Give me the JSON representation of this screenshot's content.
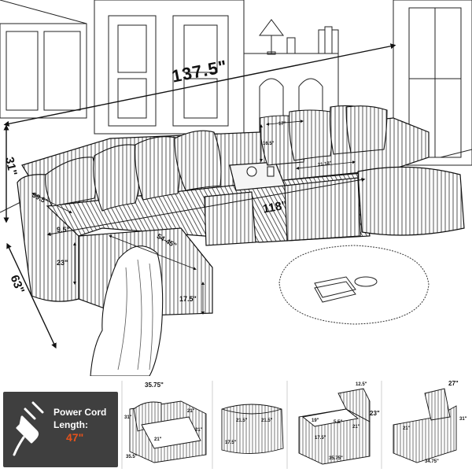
{
  "dimensions": {
    "total_length": "137.5\"",
    "height": "31\"",
    "depth": "63\"",
    "inner_length": "118\"",
    "arm_depth": "39.5\"",
    "arm_width": "9.5\"",
    "chaise_length": "54-45\"",
    "seat_depth": "23\"",
    "seat_height": "17.5\"",
    "pillow_width": "17\"",
    "pillow_height": "16.5\"",
    "seat_width": "21.18\""
  },
  "power": {
    "label": "Power Cord Length:",
    "value": "47\"",
    "icon": "power-plug-icon"
  },
  "modules": [
    {
      "name": "corner-module",
      "labels": [
        "35.75\"",
        "31\"",
        "21\"",
        "21\"",
        "21\"",
        "35.5\""
      ]
    },
    {
      "name": "ottoman-module",
      "labels": [
        "21.5\"",
        "21.5\"",
        "17.5\""
      ]
    },
    {
      "name": "console-module",
      "labels": [
        "12.5\"",
        "23\"",
        "19\"",
        "5.5\"",
        "21\"",
        "17.5\"",
        "35.75\""
      ]
    },
    {
      "name": "end-module",
      "labels": [
        "27\"",
        "31\"",
        "21\"",
        "34.75\""
      ]
    }
  ]
}
